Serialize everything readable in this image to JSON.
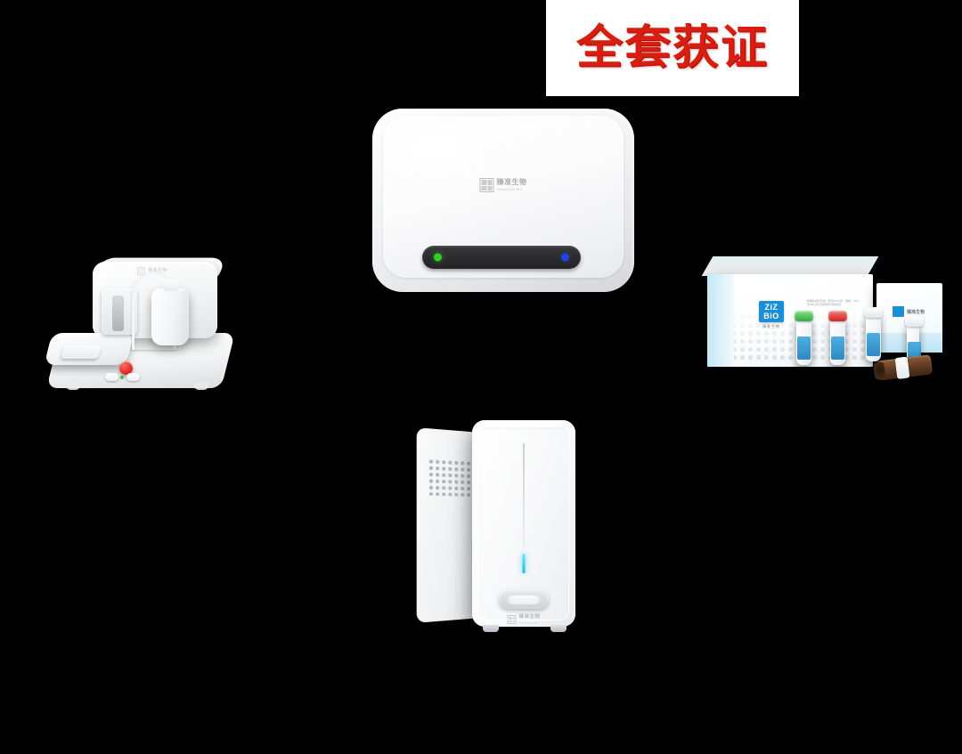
{
  "background_color": "#000000",
  "banner": {
    "text": "全套获证",
    "text_color": "#d81e10",
    "background_color": "#ffffff"
  },
  "brand": {
    "logo_mark": "ziz-bio-square-logo",
    "name_cn": "臻准生物",
    "name_en": "ZHENZHUN BIO",
    "logo_line1": "ZiZ",
    "logo_line2": "BiO",
    "logo_color": "#1a8fd6"
  },
  "products": {
    "analyzer": {
      "name": "digital-pcr-analyzer",
      "brand_cn": "臻准生物",
      "brand_en": "ZHENZHUN BIO",
      "indicator_green": "#2fd120",
      "indicator_blue": "#2443de",
      "slot_color": "#2b2b2d"
    },
    "sample_prep": {
      "name": "chip-sample-preparation-workstation",
      "brand_cn": "臻准生物",
      "button_color": "#d8241a",
      "led_color": "#3ec03c"
    },
    "tower": {
      "name": "droplet-generator-tower-instrument",
      "brand_cn": "臻准生物",
      "brand_en": "ZHENZHUN BIO",
      "led_color": "#18b9e8"
    },
    "reagent_kit": {
      "name": "pcr-reagent-kit",
      "logo_line1": "ZiZ",
      "logo_line2": "BiO",
      "logo_cn": "臻准生物",
      "side_text": "核酸检测试剂盒（荧光PCR法）\n规格：24人份/48人份\n仅供体外诊断使用",
      "box2_label": "臻准生物",
      "vials": [
        {
          "cap_label": "green-cap-vial",
          "cap_color": "#33a83f"
        },
        {
          "cap_label": "red-cap-vial",
          "cap_color": "#d1231d"
        },
        {
          "cap_label": "white-cap-vial",
          "cap_color": "#e2e6ea"
        },
        {
          "cap_label": "white-cap-vial-small",
          "cap_color": "#e4e8ec"
        }
      ],
      "amber_tube": "amber-sampling-tube"
    }
  }
}
